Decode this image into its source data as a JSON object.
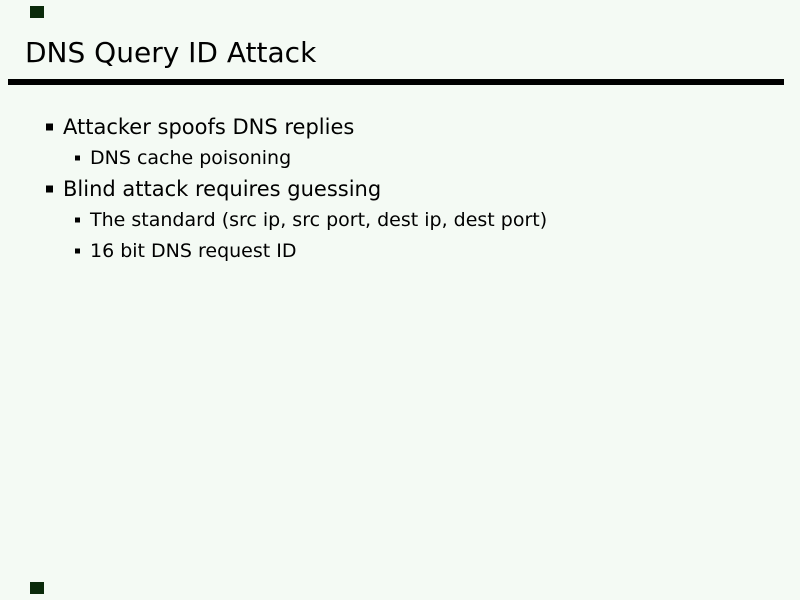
{
  "slide": {
    "title": "DNS Query ID Attack",
    "bullets": [
      {
        "level": 1,
        "text": "Attacker spoofs DNS replies"
      },
      {
        "level": 2,
        "text": "DNS cache poisoning"
      },
      {
        "level": 1,
        "text": "Blind attack requires guessing"
      },
      {
        "level": 2,
        "text": "The standard (src ip, src port, dest ip, dest port)"
      },
      {
        "level": 2,
        "text": "16 bit DNS request ID"
      }
    ],
    "colors": {
      "background": "#f4faf4",
      "text": "#000000",
      "title_underline": "#000000",
      "bullet_marker": "#000000",
      "corner_marker": "#0a2a0a"
    }
  }
}
